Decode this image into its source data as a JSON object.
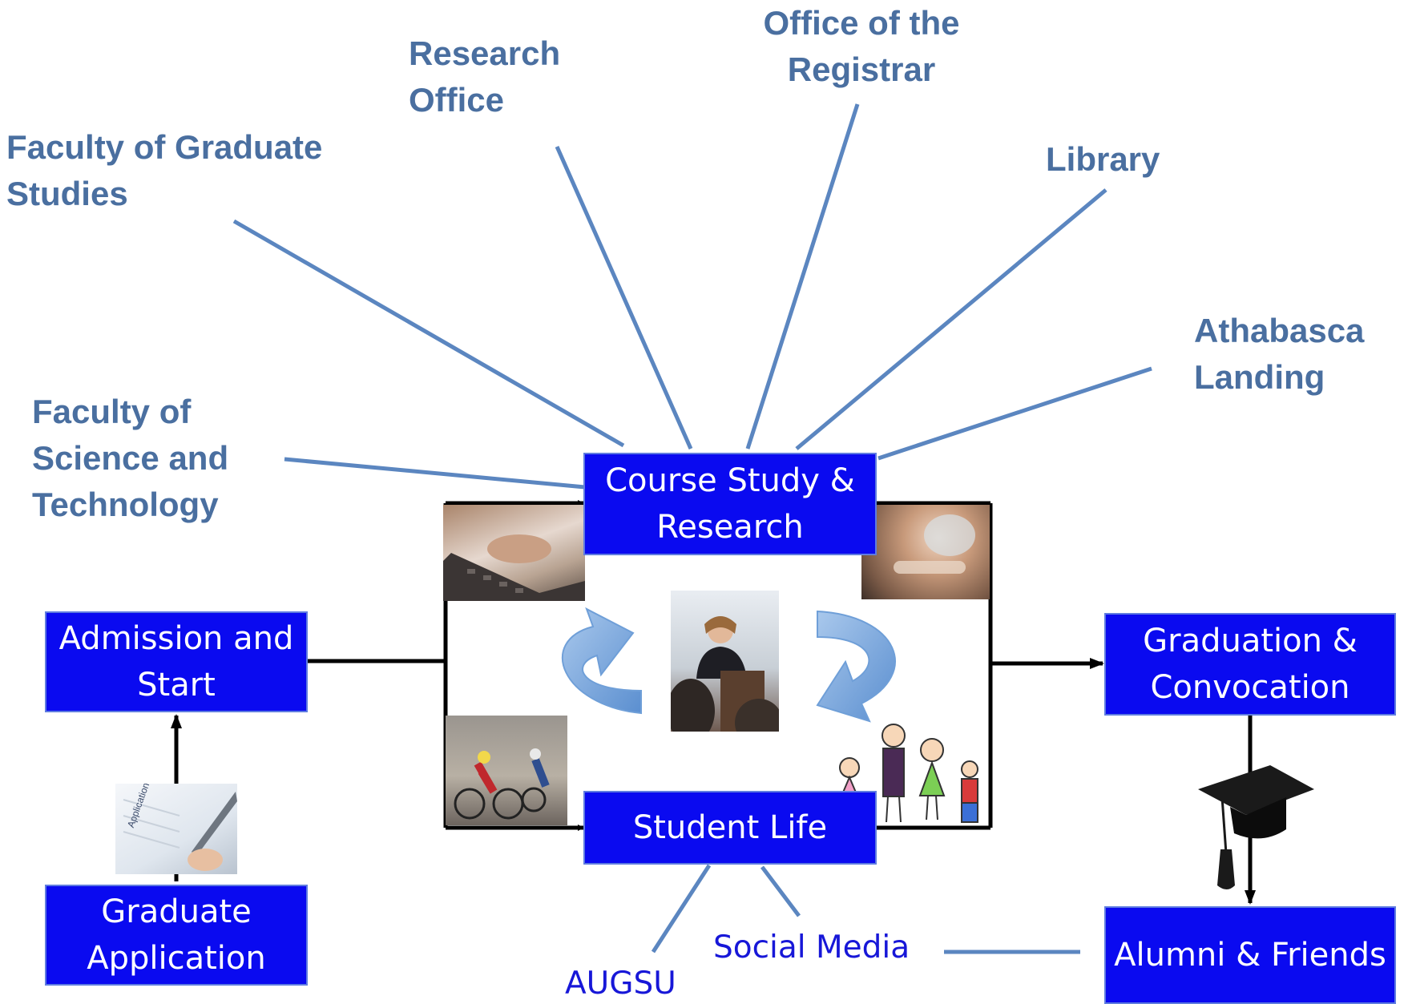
{
  "units": {
    "fgs": "Faculty of Graduate Studies",
    "research": "Research Office",
    "registrar": "Office of the Registrar",
    "library": "Library",
    "landing": "Athabasca Landing",
    "fst": "Faculty of Science and Technology"
  },
  "boxes": {
    "course": "Course Study & Research",
    "admission": "Admission and Start",
    "application": "Graduate Application",
    "student_life": "Student Life",
    "graduation": "Graduation & Convocation",
    "alumni": "Alumni & Friends"
  },
  "plain": {
    "social_media": "Social Media",
    "augsu": "AUGSU"
  },
  "pictures": {
    "form_text": "Application Form"
  },
  "colors": {
    "unit_text": "#4a6fa0",
    "box_fill": "#0a0af0",
    "connector": "#5b86c0",
    "cycle_arrow": "#6f9fd8"
  }
}
